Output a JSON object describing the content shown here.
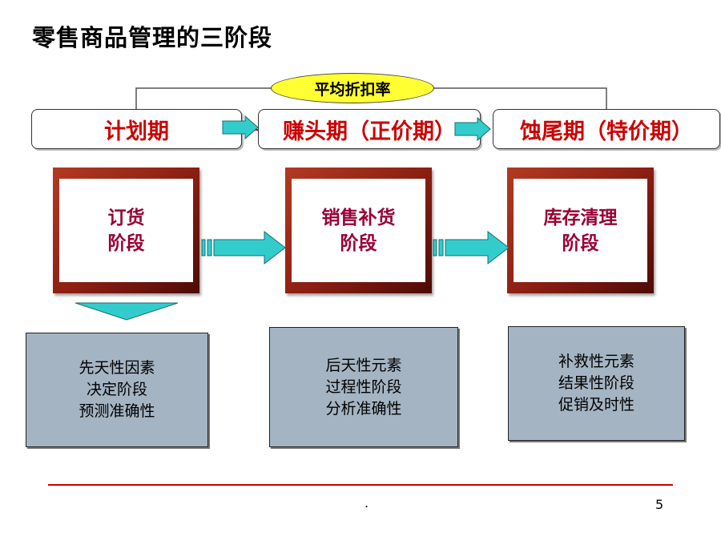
{
  "title": "零售商品管理的三阶段",
  "top_label": "平均折扣率",
  "periods": [
    "计划期",
    "赚头期（正价期）",
    "蚀尾期（特价期）"
  ],
  "stages": [
    {
      "line1": "订货",
      "line2": "阶段"
    },
    {
      "line1": "销售补货",
      "line2": "阶段"
    },
    {
      "line1": "库存清理",
      "line2": "阶段"
    }
  ],
  "notes": [
    [
      "先天性因素",
      "决定阶段",
      "预测准确性"
    ],
    [
      "后天性元素",
      "过程性阶段",
      "分析准确性"
    ],
    [
      "补救性元素",
      "结果性阶段",
      "促销及时性"
    ]
  ],
  "footer": {
    "dot": ".",
    "page_number": "5"
  },
  "colors": {
    "period_text": "#cc0000",
    "stage_text": "#990033",
    "stage_frame": "#8a1d12",
    "note_box": "#a5b4c3",
    "arrow": "#33cccc",
    "label_fill": "#ffff33",
    "footer_line": "#cc0000"
  }
}
